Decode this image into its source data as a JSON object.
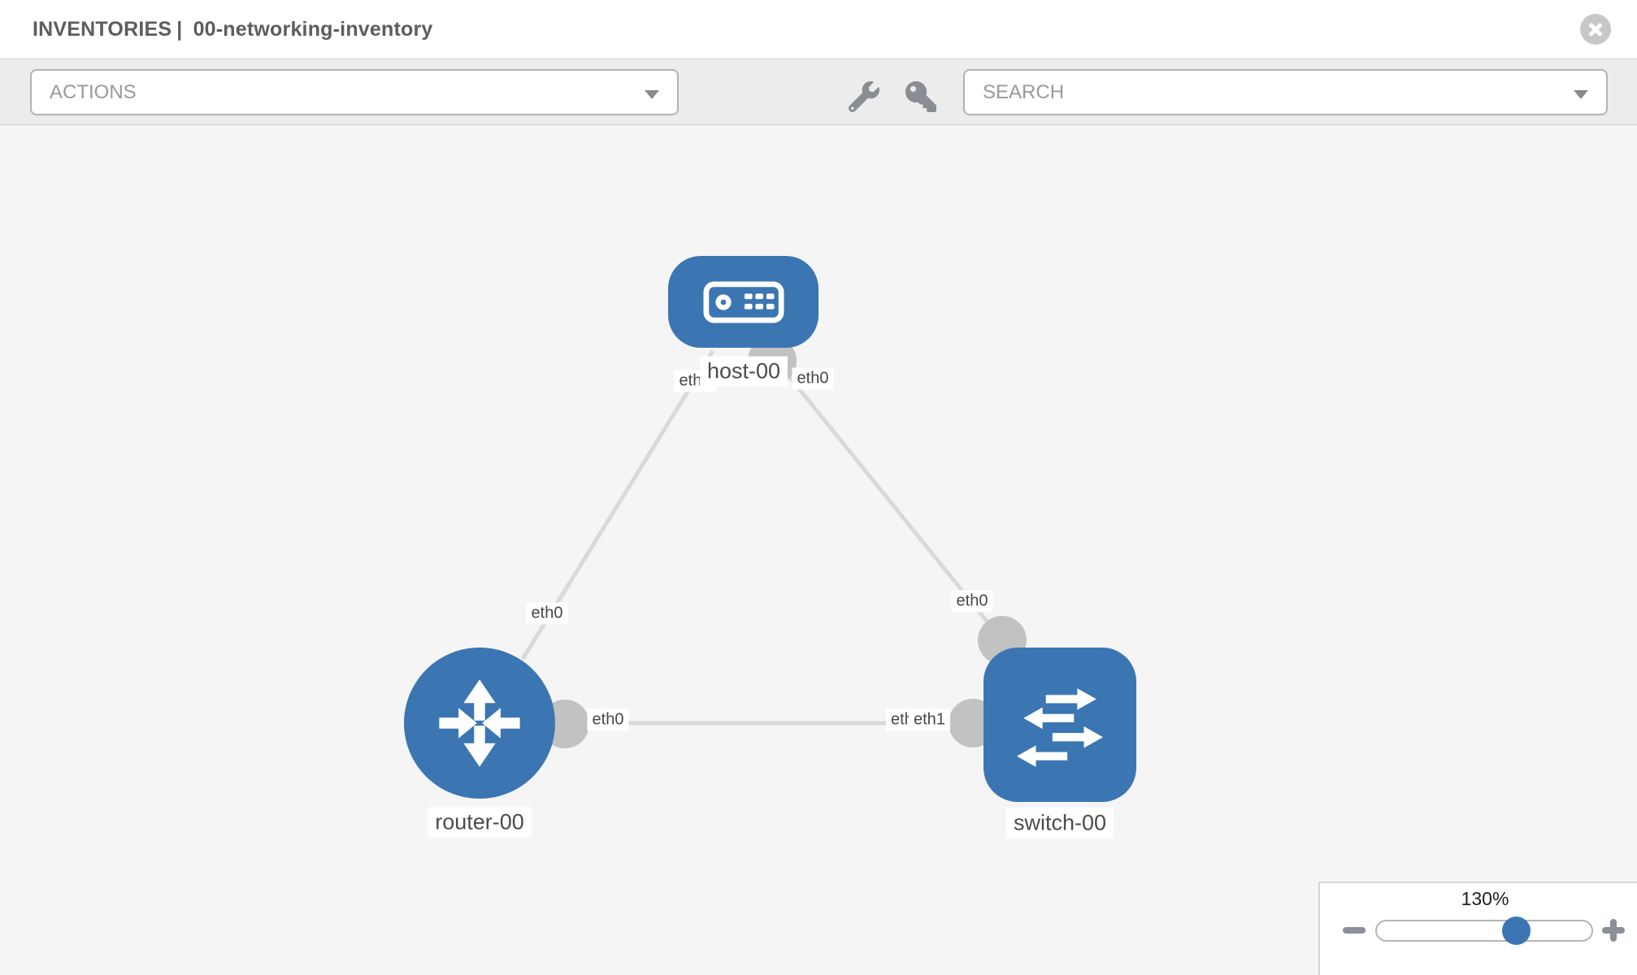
{
  "header": {
    "breadcrumb": "INVENTORIES",
    "separator": "|",
    "title": "00-networking-inventory"
  },
  "toolbar": {
    "actions_label": "ACTIONS",
    "search_placeholder": "SEARCH"
  },
  "icons": {
    "close": "close-icon",
    "wrench": "wrench-icon",
    "key": "key-icon",
    "caret": "chevron-down-icon",
    "minus": "minus-icon",
    "plus": "plus-icon"
  },
  "diagram": {
    "nodes": [
      {
        "name": "host-00",
        "type": "host"
      },
      {
        "name": "router-00",
        "type": "router"
      },
      {
        "name": "switch-00",
        "type": "switch"
      }
    ],
    "links": [
      {
        "from": "host-00",
        "from_interface": "eth0",
        "to": "router-00",
        "to_interface": "eth0"
      },
      {
        "from": "host-00",
        "from_interface": "eth0",
        "to": "switch-00",
        "to_interface": "eth0"
      },
      {
        "from": "router-00",
        "from_interface": "eth0",
        "to": "switch-00",
        "to_interfaces": [
          "eth0",
          "eth1"
        ]
      }
    ],
    "colors": {
      "node_fill": "#3b76b2",
      "link_stroke": "#d9d9d9",
      "interface_circle": "#c2c2c2",
      "canvas_background": "#f5f5f5"
    }
  },
  "zoom_panel": {
    "level": "130%"
  }
}
